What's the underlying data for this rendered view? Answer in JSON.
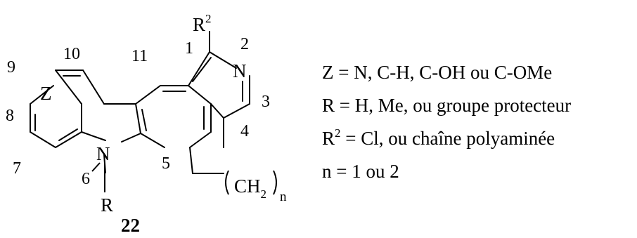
{
  "compound_number": "22",
  "atom_labels": {
    "z": "Z",
    "n_ring": "N",
    "n_indole": "N",
    "r": "R",
    "r2": "R",
    "r2_sup": "2",
    "ch": "CH",
    "ch_sub": "2",
    "n_sub": "n"
  },
  "positions": [
    "1",
    "2",
    "3",
    "4",
    "5",
    "6",
    "7",
    "8",
    "9",
    "10",
    "11"
  ],
  "legend": {
    "z": "Z = N, C-H, C-OH ou C-OMe",
    "r": "R = H, Me, ou groupe protecteur",
    "r2_a": "R",
    "r2_sup": "2",
    "r2_b": " = Cl, ou chaîne polyaminée",
    "n": "n = 1 ou 2"
  }
}
